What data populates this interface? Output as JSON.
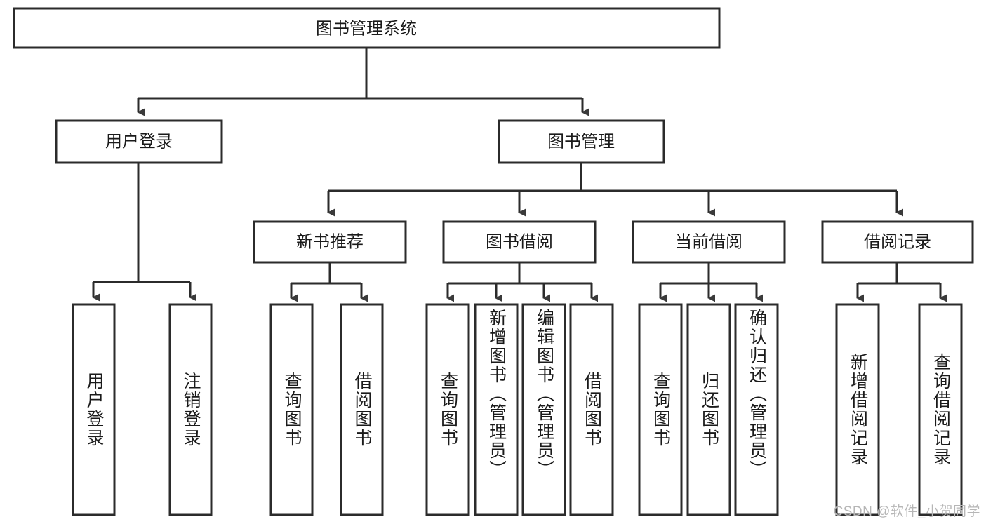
{
  "diagram": {
    "type": "tree-hierarchy-chart",
    "title_node": {
      "id": "root",
      "label": "图书管理系统",
      "orientation": "horizontal"
    },
    "level2": [
      {
        "id": "user-login",
        "label": "用户登录",
        "orientation": "horizontal"
      },
      {
        "id": "book-manage",
        "label": "图书管理",
        "orientation": "horizontal"
      }
    ],
    "level3": [
      {
        "id": "new-book-rec",
        "label": "新书推荐",
        "orientation": "horizontal",
        "parent": "book-manage"
      },
      {
        "id": "book-borrow",
        "label": "图书借阅",
        "orientation": "horizontal",
        "parent": "book-manage"
      },
      {
        "id": "current-borrow",
        "label": "当前借阅",
        "orientation": "horizontal",
        "parent": "book-manage"
      },
      {
        "id": "borrow-record",
        "label": "借阅记录",
        "orientation": "horizontal",
        "parent": "book-manage"
      }
    ],
    "leaves": {
      "user_login": [
        {
          "id": "leaf-user-login",
          "label": "用户登录"
        },
        {
          "id": "leaf-user-logout",
          "label": "注销登录"
        }
      ],
      "new_book_rec": [
        {
          "id": "leaf-query-book-1",
          "label": "查询图书"
        },
        {
          "id": "leaf-borrow-book-1",
          "label": "借阅图书"
        }
      ],
      "book_borrow": [
        {
          "id": "leaf-query-book-2",
          "label": "查询图书"
        },
        {
          "id": "leaf-add-book",
          "label": "新增图书（管理员）"
        },
        {
          "id": "leaf-edit-book",
          "label": "编辑图书（管理员）"
        },
        {
          "id": "leaf-borrow-book-2",
          "label": "借阅图书"
        }
      ],
      "current_borrow": [
        {
          "id": "leaf-query-book-3",
          "label": "查询图书"
        },
        {
          "id": "leaf-return-book",
          "label": "归还图书"
        },
        {
          "id": "leaf-confirm-return",
          "label": "确认归还（管理员）"
        }
      ],
      "borrow_record": [
        {
          "id": "leaf-add-record",
          "label": "新增借阅记录"
        },
        {
          "id": "leaf-query-record",
          "label": "查询借阅记录"
        }
      ]
    }
  },
  "watermark": {
    "text": "CSDN @软件_小贺同学"
  },
  "colors": {
    "box_border": "#2b2b2b",
    "connector": "#2b2b2b",
    "arrow": "#3a3a3a",
    "box_fill": "#ffffff",
    "text": "#1a1a1a",
    "watermark": "#b6b6b6",
    "background": "#ffffff"
  }
}
